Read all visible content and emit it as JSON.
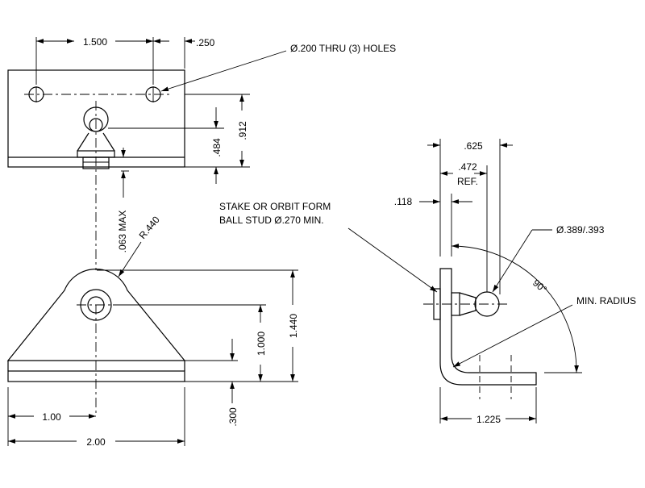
{
  "drawing": {
    "top_view": {
      "dim_hole_spacing": "1.500",
      "dim_edge": ".250",
      "note_holes": "Ø.200 THRU (3) HOLES",
      "dim_484": ".484",
      "dim_912": ".912"
    },
    "front_view": {
      "dim_063": ".063 MAX",
      "dim_radius": "R.440",
      "dim_1000": "1.000",
      "dim_1440": "1.440",
      "dim_300": ".300",
      "dim_half_width": "1.00",
      "dim_width": "2.00"
    },
    "side_view": {
      "dim_625": ".625",
      "dim_472": ".472",
      "dim_ref": "REF.",
      "dim_118": ".118",
      "note_stake_line1": "STAKE OR ORBIT FORM",
      "note_stake_line2": "BALL STUD Ø.270 MIN.",
      "dim_ball": "Ø.389/.393",
      "dim_angle": "90°",
      "note_min_radius": "MIN. RADIUS",
      "dim_1225": "1.225"
    }
  }
}
